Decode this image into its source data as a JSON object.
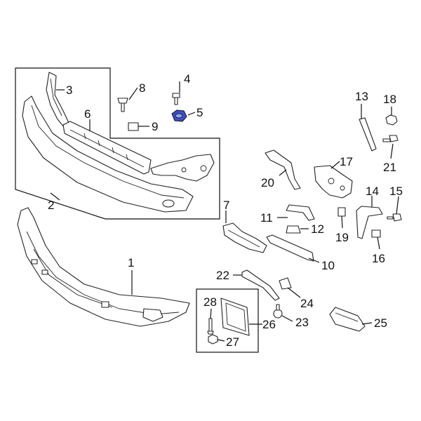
{
  "diagram": {
    "callouts": [
      {
        "id": "c1",
        "label": "1"
      },
      {
        "id": "c2",
        "label": "2"
      },
      {
        "id": "c3",
        "label": "3"
      },
      {
        "id": "c4",
        "label": "4"
      },
      {
        "id": "c5",
        "label": "5"
      },
      {
        "id": "c6",
        "label": "6"
      },
      {
        "id": "c7",
        "label": "7"
      },
      {
        "id": "c8",
        "label": "8"
      },
      {
        "id": "c9",
        "label": "9"
      },
      {
        "id": "c10",
        "label": "10"
      },
      {
        "id": "c11",
        "label": "11"
      },
      {
        "id": "c12",
        "label": "12"
      },
      {
        "id": "c13",
        "label": "13"
      },
      {
        "id": "c14",
        "label": "14"
      },
      {
        "id": "c15",
        "label": "15"
      },
      {
        "id": "c16",
        "label": "16"
      },
      {
        "id": "c17",
        "label": "17"
      },
      {
        "id": "c18",
        "label": "18"
      },
      {
        "id": "c19",
        "label": "19"
      },
      {
        "id": "c20",
        "label": "20"
      },
      {
        "id": "c21",
        "label": "21"
      },
      {
        "id": "c22",
        "label": "22"
      },
      {
        "id": "c23",
        "label": "23"
      },
      {
        "id": "c24",
        "label": "24"
      },
      {
        "id": "c25",
        "label": "25"
      },
      {
        "id": "c26",
        "label": "26"
      },
      {
        "id": "c27",
        "label": "27"
      },
      {
        "id": "c28",
        "label": "28"
      }
    ],
    "highlighted_part": "5",
    "highlight_color": "#3a4fd0"
  }
}
